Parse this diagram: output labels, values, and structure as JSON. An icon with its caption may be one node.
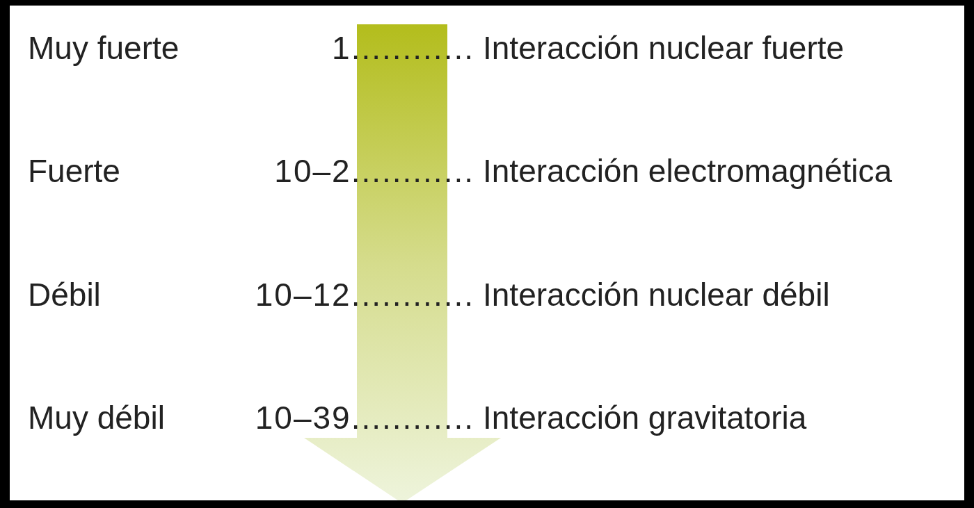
{
  "diagram": {
    "labels": [
      "Muy fuerte",
      "1............",
      "Interacción nuclear fuerte",
      "Fuerte",
      "10–2............",
      "Interacción electromagnética",
      "Débil",
      "10–12............",
      "Interacción nuclear débil",
      "Muy débil",
      "10–39............",
      "Interacción gravitatoria"
    ]
  }
}
